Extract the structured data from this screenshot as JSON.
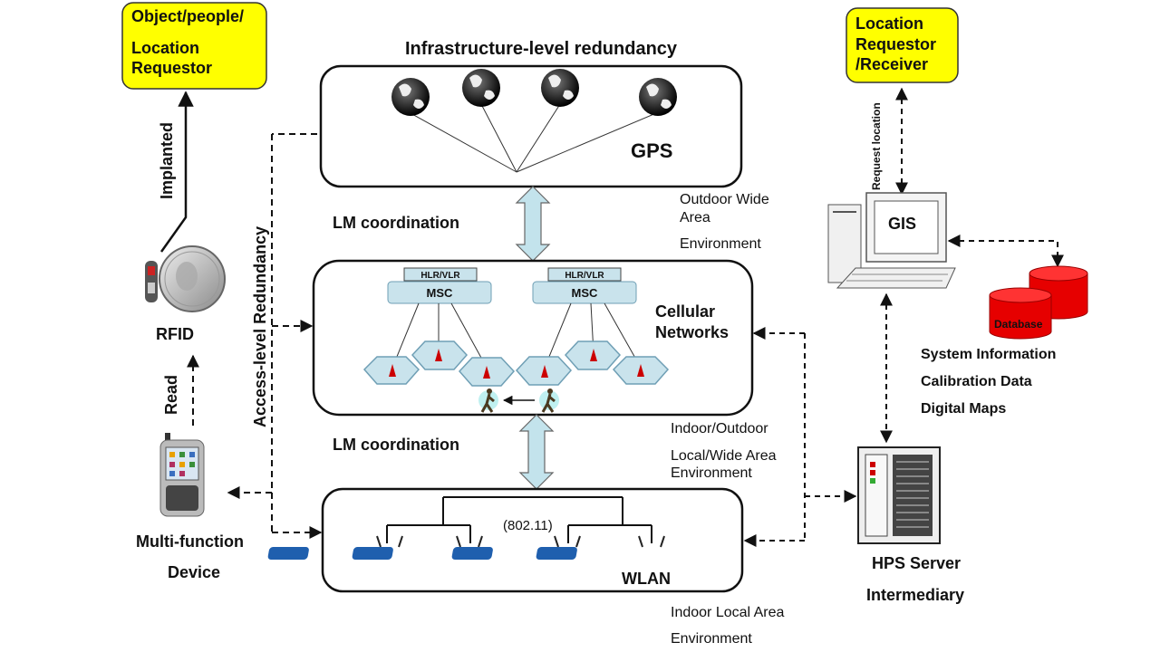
{
  "title": "Infrastructure-level redundancy",
  "access_label": "Access-level Redundancy",
  "lm_top": "LM coordination",
  "lm_bottom": "LM coordination",
  "requestor_left": [
    "Object/people/",
    "Location",
    "Requestor"
  ],
  "implanted": "Implanted",
  "rfid": "RFID",
  "read": "Read",
  "mf_device": [
    "Multi-function",
    "Device"
  ],
  "gps": "GPS",
  "outdoor": [
    "Outdoor Wide",
    "Area",
    "Environment"
  ],
  "cellular": [
    "Cellular",
    "Networks"
  ],
  "hlr": "HLR/VLR",
  "msc": "MSC",
  "indoor_outdoor": [
    "Indoor/Outdoor",
    "Local/Wide Area",
    "Environment"
  ],
  "ieee": "(802.11)",
  "wlan": "WLAN",
  "indoor_local": [
    "Indoor Local Area",
    "Environment"
  ],
  "requestor_right": [
    "Location",
    "Requestor",
    "/Receiver"
  ],
  "request_location": "Request  location",
  "gis": "GIS",
  "database": "Database",
  "db_info": [
    "System Information",
    "Calibration Data",
    "Digital Maps"
  ],
  "hps": [
    "HPS Server",
    "Intermediary"
  ],
  "colors": {
    "yellow": "#ffff00",
    "cell": "#c9e3ec",
    "hex_stroke": "#6f9fb5",
    "arrow": "#c3e3ec",
    "db_red": "#e60000",
    "antenna_red": "#cc0000",
    "router_blue": "#1f5fae"
  },
  "icons": [
    "globe-icon",
    "antenna-icon",
    "pedestrian-icon",
    "wireless-router-icon",
    "computer-icon",
    "database-icon",
    "server-icon",
    "smartphone-icon",
    "rfid-coin-icon"
  ]
}
